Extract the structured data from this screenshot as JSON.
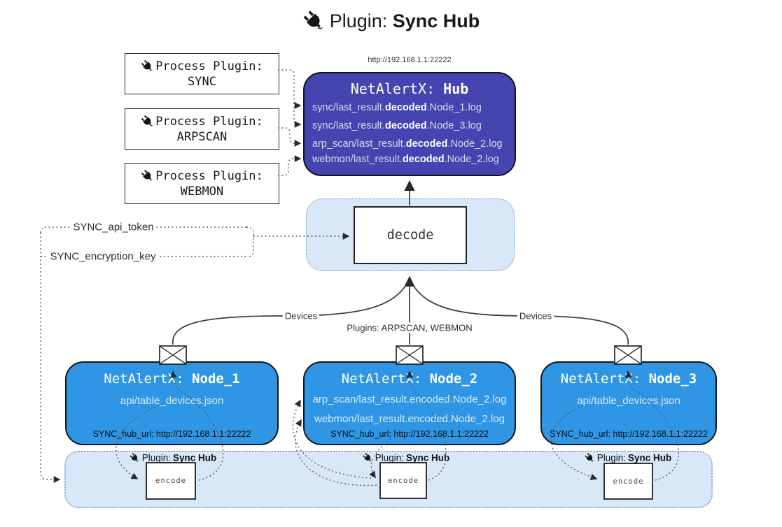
{
  "title": {
    "prefix": "Plugin: ",
    "name": "Sync Hub"
  },
  "process_plugins": [
    {
      "label": "Process Plugin:",
      "name": "SYNC"
    },
    {
      "label": "Process Plugin:",
      "name": "ARPSCAN"
    },
    {
      "label": "Process Plugin:",
      "name": "WEBMON"
    }
  ],
  "hub": {
    "url": "http://192.168.1.1:22222",
    "title_prefix": "NetAlertX: ",
    "title_name": "Hub",
    "logs": [
      {
        "pre": "sync/last_result.",
        "bold": "decoded",
        "post": ".Node_1.log"
      },
      {
        "pre": "sync/last_result.",
        "bold": "decoded",
        "post": ".Node_3.log"
      },
      {
        "pre": "arp_scan/last_result.",
        "bold": "decoded",
        "post": ".Node_2.log"
      },
      {
        "pre": "webmon/last_result.",
        "bold": "decoded",
        "post": ".Node_2.log"
      }
    ]
  },
  "decode": {
    "label": "decode"
  },
  "settings": {
    "api_token": "SYNC_api_token",
    "encryption_key": "SYNC_encryption_key"
  },
  "edges": {
    "devices_left": "Devices",
    "devices_right": "Devices",
    "plugins": "Plugins: ARPSCAN, WEBMON"
  },
  "nodes": [
    {
      "title_prefix": "NetAlertX: ",
      "title_name": "Node_1",
      "files": [
        "api/table_devices.json"
      ],
      "hub_url": "SYNC_hub_url: http://192.168.1.1:22222"
    },
    {
      "title_prefix": "NetAlertX: ",
      "title_name": "Node_2",
      "files": [
        "arp_scan/last_result.encoded.Node_2.log",
        "webmon/last_result.encoded.Node_2.log"
      ],
      "hub_url": "SYNC_hub_url: http://192.168.1.1:22222"
    },
    {
      "title_prefix": "NetAlertX: ",
      "title_name": "Node_3",
      "files": [
        "api/table_devices.json"
      ],
      "hub_url": "SYNC_hub_url: http://192.168.1.1:22222"
    }
  ],
  "band": {
    "sections": [
      {
        "prefix": "Plugin: ",
        "name": "Sync Hub",
        "encode": "encode"
      },
      {
        "prefix": "Plugin: ",
        "name": "Sync Hub",
        "encode": "encode"
      },
      {
        "prefix": "Plugin: ",
        "name": "Sync Hub",
        "encode": "encode"
      }
    ]
  },
  "colors": {
    "hub_fill": "#4545b2",
    "node_fill": "#2e96e4",
    "band_fill": "#d9e8f9",
    "band_border": "#8ba9c9",
    "line": "#3f3f3f",
    "dotted_line": "#5a5a5a"
  }
}
